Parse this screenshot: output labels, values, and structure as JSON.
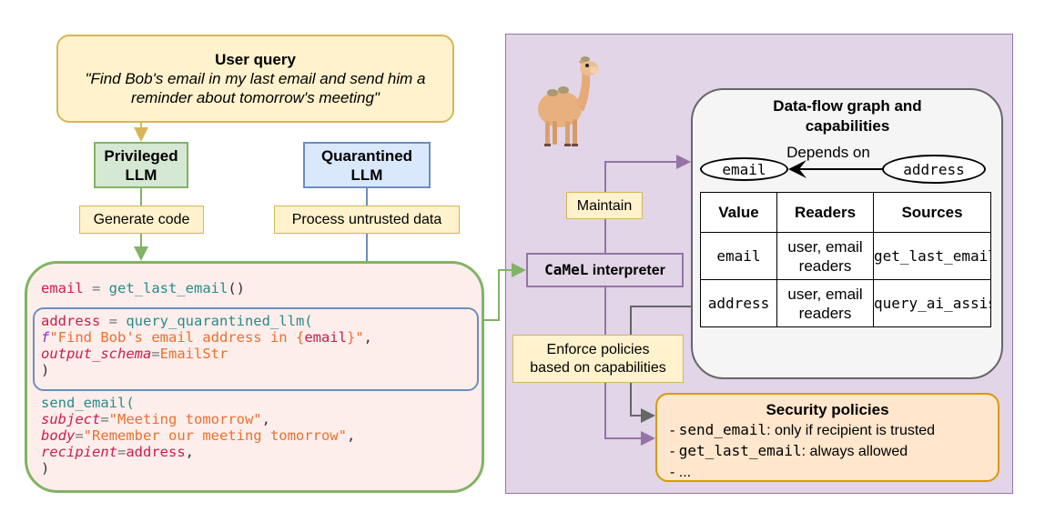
{
  "user_query": {
    "title": "User query",
    "text": "\"Find Bob's email in my last email and send him a reminder about tomorrow's meeting\""
  },
  "llms": {
    "privileged": {
      "line1": "Privileged",
      "line2": "LLM"
    },
    "quarantined": {
      "line1": "Quarantined",
      "line2": "LLM"
    }
  },
  "edge_labels": {
    "generate_code": "Generate code",
    "process_untrusted": "Process untrusted data",
    "maintain": "Maintain",
    "enforce_line1": "Enforce policies",
    "enforce_line2": "based on capabilities"
  },
  "code": {
    "line1": {
      "var": "email",
      "op": " = ",
      "fn": "get_last_email",
      "rest": "()"
    },
    "line2": {
      "var": "address",
      "op": " = ",
      "fn": "query_quarantined_llm",
      "rest": "("
    },
    "line3": {
      "prefix": "f",
      "str1": "\"Find Bob's email address in ",
      "interp_open": "{",
      "interp_var": "email",
      "interp_close": "}",
      "str2": "\"",
      "rest": ","
    },
    "line4": {
      "kw": "output_schema",
      "op": "=",
      "val": "EmailStr"
    },
    "line5": ")",
    "line6": {
      "fn": "send_email",
      "rest": "("
    },
    "line7": {
      "kw": "subject",
      "op": "=",
      "val": "\"Meeting tomorrow\"",
      "rest": ","
    },
    "line8": {
      "kw": "body",
      "op": "=",
      "val": "\"Remember our meeting tomorrow\"",
      "rest": ","
    },
    "line9": {
      "kw": "recipient",
      "op": "=",
      "val": "address",
      "rest": ","
    },
    "line10": ")"
  },
  "interpreter": {
    "name_mono": "CaMeL",
    "name_rest": " interpreter"
  },
  "camel_image": {
    "alt": "camel-mascot"
  },
  "dataflow": {
    "title_line1": "Data-flow graph and",
    "title_line2": "capabilities",
    "edge_label": "Depends on",
    "node_email": "email",
    "node_address": "address",
    "table": {
      "headers": [
        "Value",
        "Readers",
        "Sources"
      ],
      "rows": [
        {
          "value": "email",
          "readers_1": "user, email",
          "readers_2": "readers",
          "sources": "get_last_email"
        },
        {
          "value": "address",
          "readers_1": "user, email",
          "readers_2": "readers",
          "sources": "query_ai_assistant"
        }
      ]
    }
  },
  "policies": {
    "title": "Security policies",
    "items": [
      {
        "dash": "- ",
        "tool": "send_email",
        "desc": ": only if recipient is trusted"
      },
      {
        "dash": "- ",
        "tool": "get_last_email",
        "desc": ": always allowed"
      },
      {
        "dash": "- ",
        "tool": "",
        "desc": "..."
      }
    ]
  },
  "colors": {
    "user_query_fill": "#fff2cc",
    "privileged_fill": "#d5e8d4",
    "quarantined_fill": "#dae8fc",
    "panel_fill": "#e1d5e7",
    "policies_fill": "#ffe6cc",
    "green_stroke": "#82b366",
    "blue_stroke": "#6c8ebf",
    "purple_stroke": "#9673a6",
    "gold_stroke": "#d6b656",
    "gray_stroke": "#666666"
  }
}
